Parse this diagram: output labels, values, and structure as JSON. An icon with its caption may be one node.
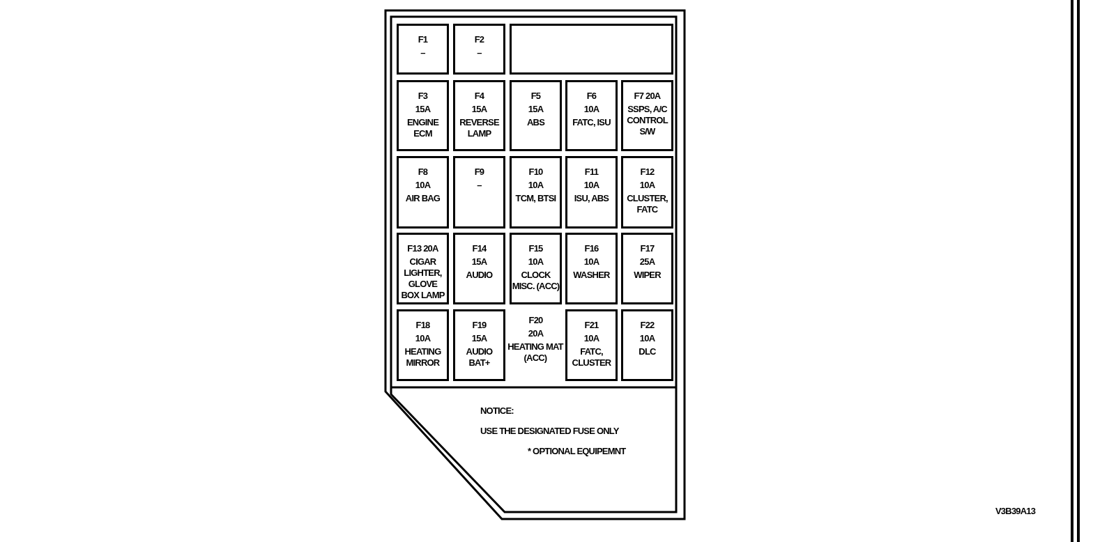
{
  "diagram": {
    "nodes": [
      {
        "text": [],
        "shape": "box"
      },
      {
        "text": [
          "F1",
          "–"
        ],
        "in": 0
      },
      {
        "text": [
          "F2",
          "–"
        ],
        "in": 0
      },
      {
        "text": [],
        "shape": "box",
        "in": 0
      },
      {
        "text": [
          "F3",
          "15A",
          "ENGINE ECM"
        ],
        "in": 0
      },
      {
        "text": [
          "F4",
          "15A",
          "REVERSE LAMP"
        ],
        "in": 0
      },
      {
        "text": [
          "F5",
          "15A",
          "ABS"
        ],
        "in": 0
      },
      {
        "text": [
          "F6",
          "10A",
          "FATC, ISU"
        ],
        "in": 0
      },
      {
        "text": [
          "F7 20A",
          "SSPS, A/C CONTROL S/W"
        ],
        "in": 0
      },
      {
        "text": [
          "F8",
          "10A",
          "AIR BAG"
        ],
        "in": 0
      },
      {
        "text": [
          "F9",
          "–"
        ],
        "in": 0
      },
      {
        "text": [
          "F10",
          "10A",
          "TCM, BTSI"
        ],
        "in": 0
      },
      {
        "text": [
          "F11",
          "10A",
          "ISU, ABS"
        ],
        "in": 0
      },
      {
        "text": [
          "F12",
          "10A",
          "CLUSTER, FATC"
        ],
        "in": 0
      },
      {
        "text": [
          "F13 20A",
          "CIGAR LIGHTER, GLOVE BOX LAMP"
        ],
        "in": 0
      },
      {
        "text": [
          "F14",
          "15A",
          "AUDIO"
        ],
        "in": 0
      },
      {
        "text": [
          "F15",
          "10A",
          "CLOCK MISC. (ACC)"
        ],
        "in": 0
      },
      {
        "text": [
          "F16",
          "10A",
          "WASHER"
        ],
        "in": 0
      },
      {
        "text": [
          "F17",
          "25A",
          "WIPER"
        ],
        "in": 0
      },
      {
        "text": [
          "F18",
          "10A",
          "HEATING MIRROR"
        ],
        "in": 0
      },
      {
        "text": [
          "F19",
          "15A",
          "AUDIO BAT+"
        ],
        "in": 0
      },
      {
        "text": [
          "F21",
          "10A",
          "FATC, CLUSTER"
        ],
        "in": 0
      },
      {
        "text": [
          "F22",
          "10A",
          "DLC"
        ],
        "in": 0
      }
    ],
    "labels": [
      "F20",
      "20A",
      "HEATING MAT (ACC)",
      "NOTICE:",
      "USE THE DESIGNATED FUSE ONLY",
      "* OPTIONAL EQUIPEMNT",
      "V3B39A13"
    ]
  }
}
